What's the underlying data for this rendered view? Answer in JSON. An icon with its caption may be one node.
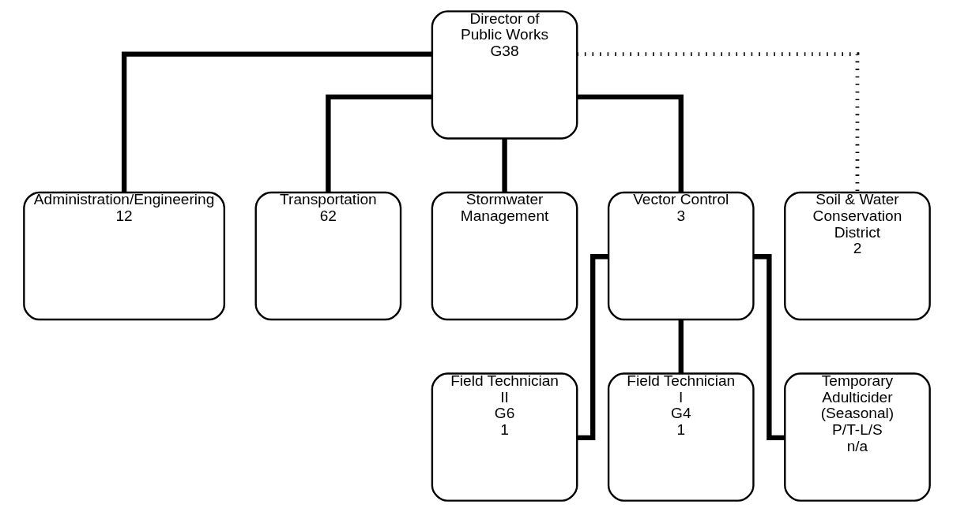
{
  "diagram": {
    "nodes": [
      {
        "text": [
          "Director of Public Works",
          "G38"
        ]
      },
      {
        "text": [
          "Administration/Engineering",
          "12"
        ]
      },
      {
        "text": [
          "Transportation",
          "62"
        ]
      },
      {
        "text": [
          "Stormwater Management"
        ]
      },
      {
        "text": [
          "Vector Control",
          "3"
        ]
      },
      {
        "text": [
          "Soil & Water Conservation District",
          "2"
        ]
      },
      {
        "text": [
          "Field Technician II",
          "G6",
          "1"
        ]
      },
      {
        "text": [
          "Field Technician I",
          "G4",
          "1"
        ]
      },
      {
        "text": [
          "Temporary Adulticider (Seasonal)",
          "P/T-L/S",
          "n/a"
        ]
      }
    ],
    "edges": [
      {
        "from": 0,
        "to": 1,
        "arrow": "none"
      },
      {
        "from": 0,
        "to": 2,
        "arrow": "none"
      },
      {
        "from": 0,
        "to": 3,
        "arrow": "none"
      },
      {
        "from": 0,
        "to": 4,
        "arrow": "none"
      },
      {
        "from": 0,
        "to": 5,
        "arrow": "none",
        "style": "dashed"
      },
      {
        "from": 4,
        "to": 6,
        "arrow": "none"
      },
      {
        "from": 4,
        "to": 7,
        "arrow": "none"
      },
      {
        "from": 4,
        "to": 8,
        "arrow": "none"
      }
    ]
  }
}
